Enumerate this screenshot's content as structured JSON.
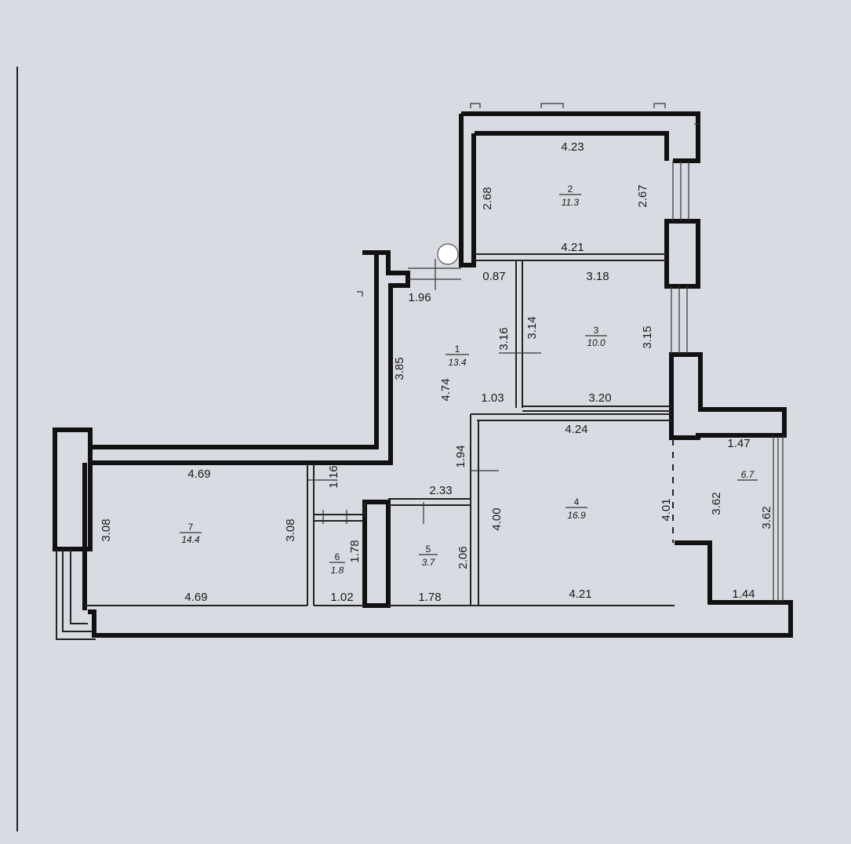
{
  "rooms": [
    {
      "number": "1",
      "area": "13.4"
    },
    {
      "number": "2",
      "area": "11.3"
    },
    {
      "number": "3",
      "area": "10.0"
    },
    {
      "number": "4",
      "area": "16.9"
    },
    {
      "number": "5",
      "area": "3.7"
    },
    {
      "number": "6",
      "area": "1.8"
    },
    {
      "number": "7",
      "area": "14.4"
    },
    {
      "number": "",
      "area": "6.7"
    }
  ],
  "dimensions": {
    "r2_width_top": "4.23",
    "r2_height_left": "2.68",
    "r2_height_right": "2.67",
    "r2_width_bottom": "4.21",
    "door_087": "0.87",
    "r3_width_top": "3.18",
    "r3_height_left": "3.14",
    "r3_height_right": "3.15",
    "r3_width_bottom": "3.20",
    "hall_196": "1.96",
    "hall_316": "3.16",
    "hall_385": "3.85",
    "hall_474": "4.74",
    "hall_103": "1.03",
    "hall_194": "1.94",
    "r4_width_top": "4.24",
    "r4_height_left": "4.00",
    "r4_height_right": "4.01",
    "r4_width_bottom": "4.21",
    "r5_width_top": "2.33",
    "r5_width_bottom": "1.78",
    "r5_height": "2.06",
    "r6_height": "1.78",
    "r6_width": "1.02",
    "r7_width_top": "4.69",
    "r7_width_bottom": "4.69",
    "r7_height_left": "3.08",
    "r7_height_right": "3.08",
    "r7_116": "1.16",
    "balcony_width_top": "1.47",
    "balcony_width_bottom": "1.44",
    "balcony_height_inner": "3.62",
    "balcony_height_outer": "3.62"
  }
}
